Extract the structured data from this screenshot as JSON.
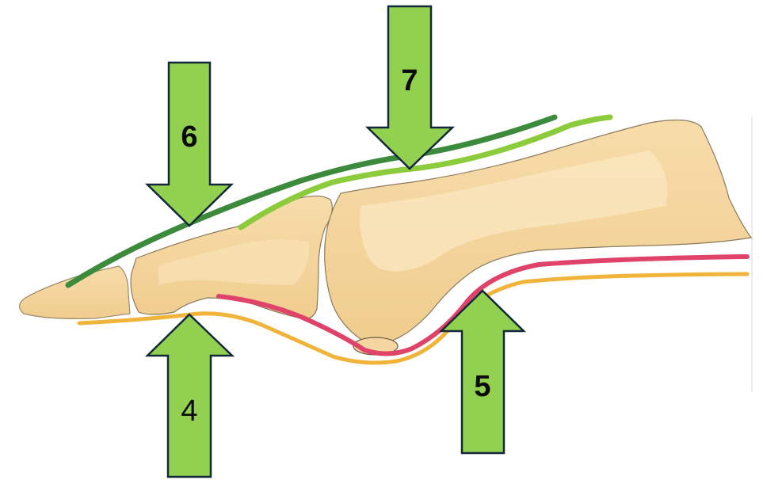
{
  "diagram": {
    "arrows": [
      {
        "id": "arrow-4",
        "label": "4",
        "bold": false,
        "direction": "up"
      },
      {
        "id": "arrow-5",
        "label": "5",
        "bold": true,
        "direction": "up"
      },
      {
        "id": "arrow-6",
        "label": "6",
        "bold": true,
        "direction": "down"
      },
      {
        "id": "arrow-7",
        "label": "7",
        "bold": true,
        "direction": "down"
      }
    ],
    "colors": {
      "arrow_fill": "#92d050",
      "arrow_stroke": "#13283a",
      "bone_fill": "#f5d6a0",
      "bone_highlight": "#fbe6be",
      "bone_outline": "#8b7a5c",
      "dark_green_line": "#3c8a3c",
      "light_green_line": "#8ccc3c",
      "pink_line": "#e0436a",
      "yellow_line": "#f0b43a"
    }
  }
}
